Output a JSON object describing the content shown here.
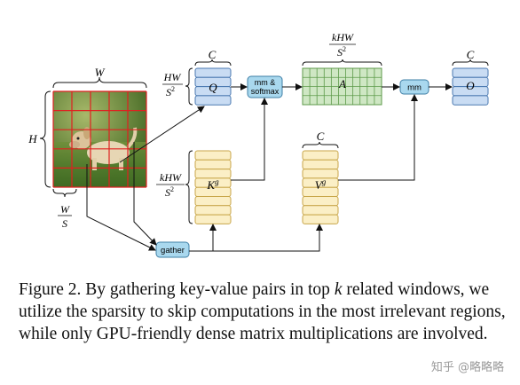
{
  "figure": {
    "image_labels": {
      "width": "W",
      "height": "H",
      "window_fraction_top": "W",
      "window_fraction_bottom": "S"
    },
    "q_block": {
      "dim_top": "C",
      "size_num": "HW",
      "size_den": "S",
      "size_den_exp": "2",
      "label": "Q"
    },
    "k_block": {
      "size_num": "kHW",
      "size_den": "S",
      "size_den_exp": "2",
      "label": "K",
      "label_sup": "g"
    },
    "v_block": {
      "dim_top": "C",
      "label": "V",
      "label_sup": "g"
    },
    "a_block": {
      "dim_num": "kHW",
      "dim_den": "S",
      "dim_den_exp": "2",
      "label": "A"
    },
    "o_block": {
      "dim_top": "C",
      "label": "O"
    },
    "ops": {
      "mm_softmax_line1": "mm &",
      "mm_softmax_line2": "softmax",
      "mm": "mm",
      "gather": "gather"
    },
    "colors": {
      "blue_fill": "#c9dcf3",
      "blue_stroke": "#4a78b0",
      "green_fill": "#cfe7c4",
      "green_stroke": "#5d9a4a",
      "yellow_fill": "#fbefc6",
      "yellow_stroke": "#c8a64a",
      "op_fill": "#a9d8ee",
      "grid_red": "#e02020"
    }
  },
  "caption": {
    "part1": "Figure 2.  By gathering key-value pairs in top ",
    "k": "k",
    "part2": " related windows, we utilize the sparsity to skip computations in the most irrelevant regions, while only GPU-friendly dense matrix multiplications are involved."
  },
  "watermark": "知乎 @略略略"
}
